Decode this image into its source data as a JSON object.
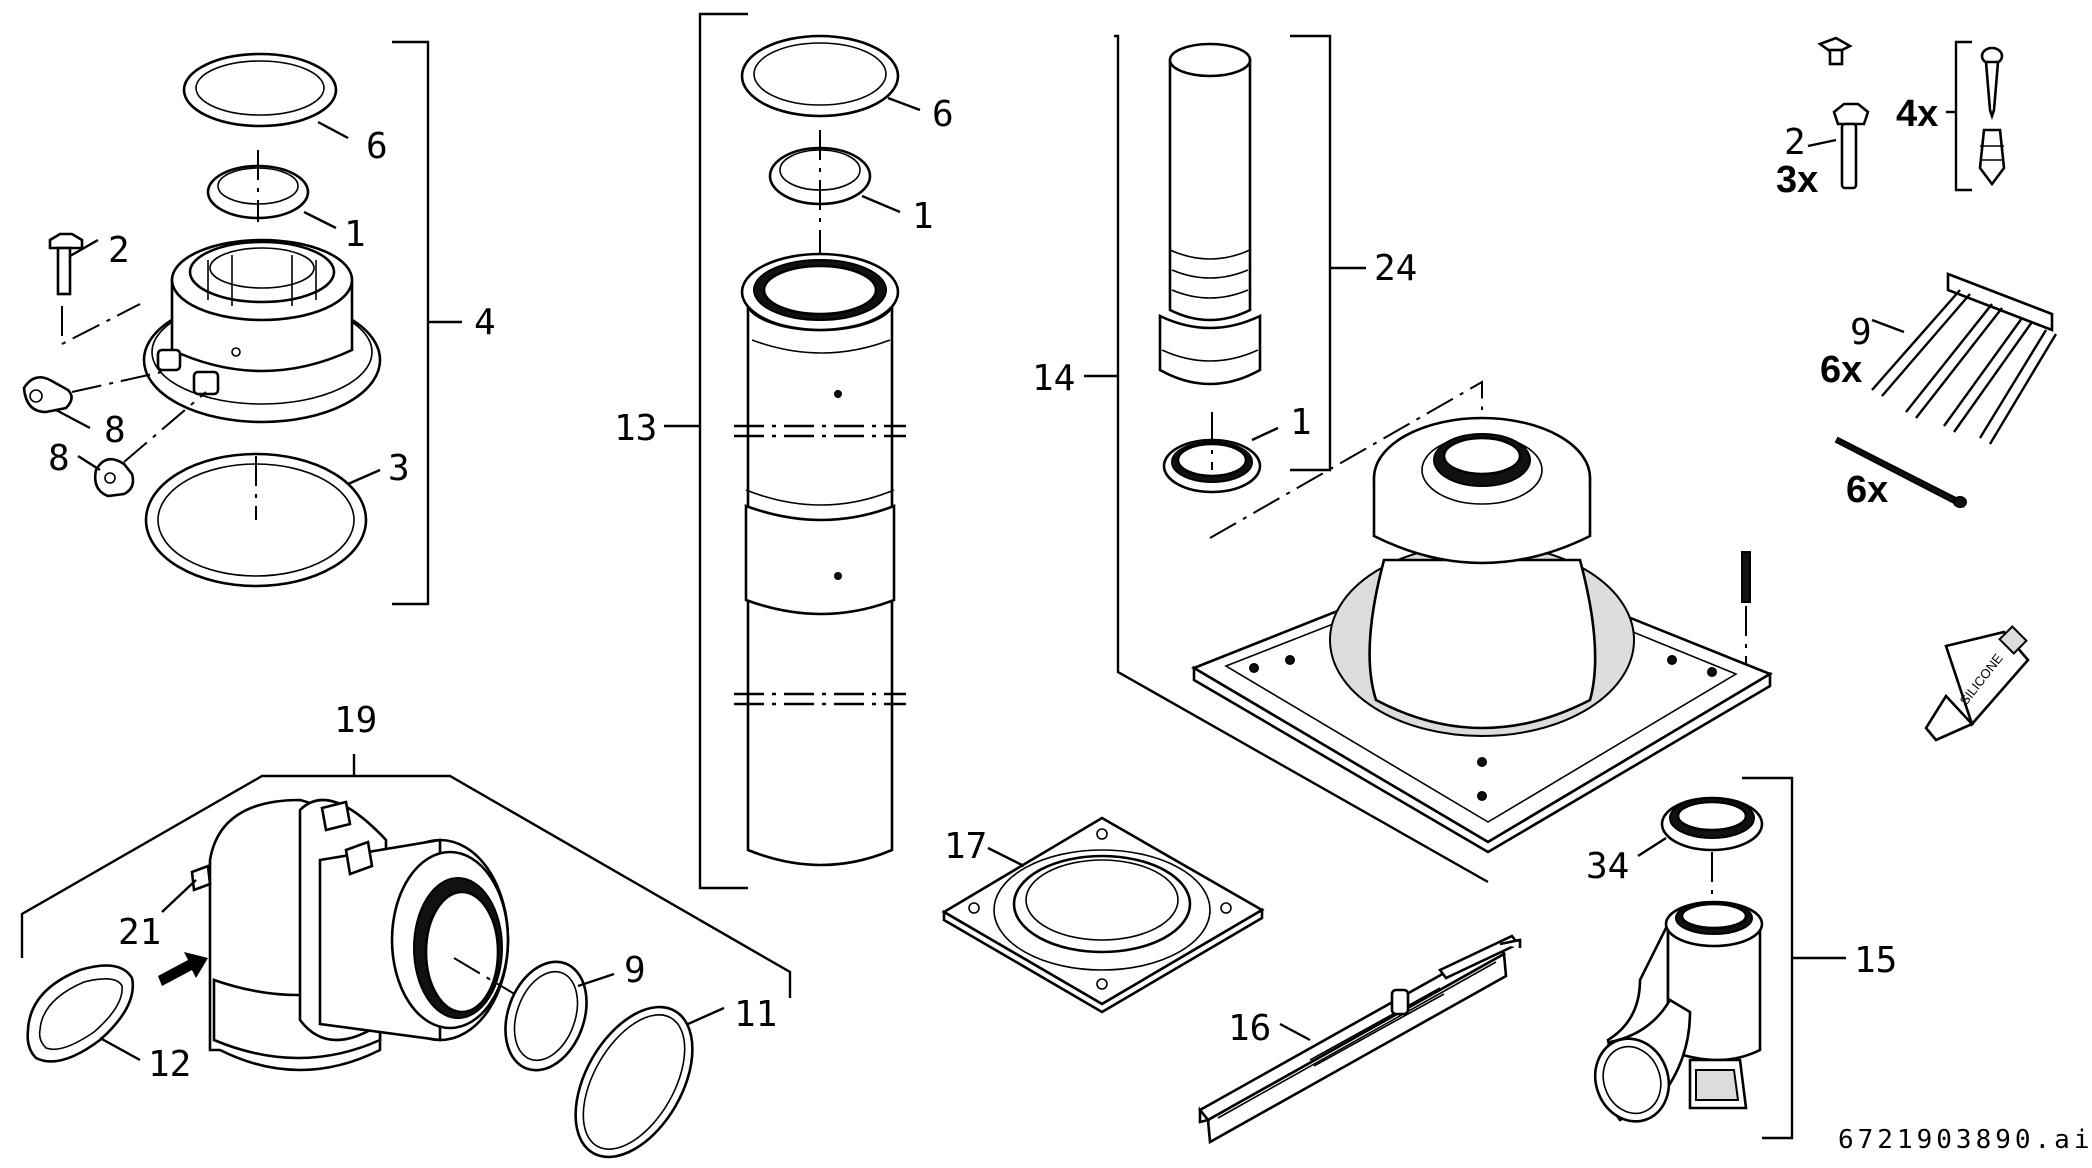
{
  "callouts": {
    "c4": "4",
    "c6a": "6",
    "c1a": "1",
    "c2a": "2",
    "c8a": "8",
    "c8b": "8",
    "c3": "3",
    "c6b": "6",
    "c1b": "1",
    "c13": "13",
    "c24": "24",
    "c14": "14",
    "c1c": "1",
    "c2b": "2",
    "c9a": "9",
    "c19": "19",
    "c21": "21",
    "c12": "12",
    "c9b": "9",
    "c11": "11",
    "c17": "17",
    "c16": "16",
    "c34": "34",
    "c15": "15"
  },
  "quantities": {
    "q3x": "3x",
    "q4x": "4x",
    "q6x_a": "6x",
    "q6x_b": "6x"
  },
  "silicone_label": "SILICONE",
  "drawing_ref": "6721903890.ai"
}
